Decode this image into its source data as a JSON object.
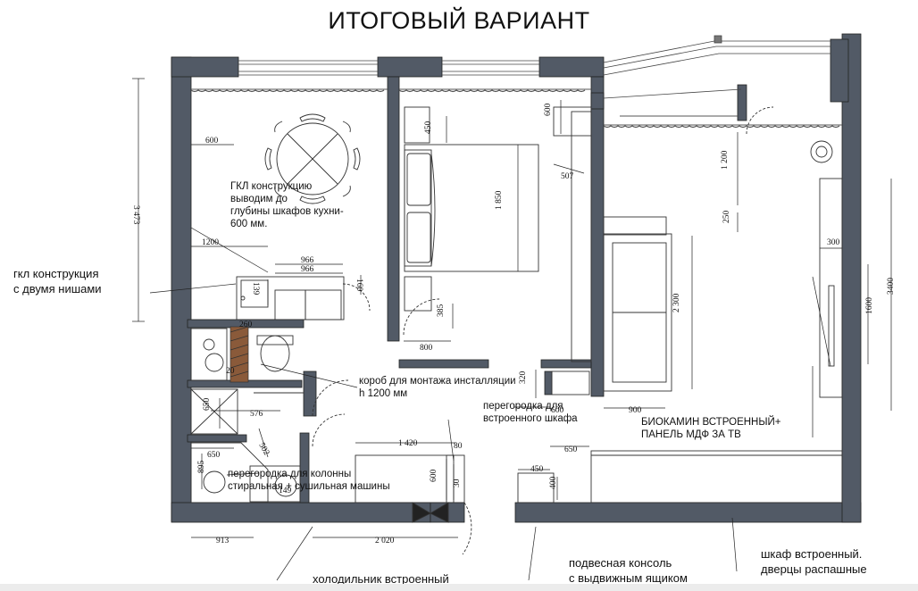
{
  "title": "ИТОГОВЫЙ ВАРИАНТ",
  "notes": {
    "gkl_two_niches": "гкл конструкция\nс двумя нишами",
    "gkl_depth": "ГКЛ конструкцию\nвыводим до\nглубины шкафов кухни-\n600 мм.",
    "install_box": "короб для монтажа инсталляции\nh 1200 мм",
    "partition_wardrobe": "перегородка для\nвстроенного шкафа",
    "biofireplace": "БИОКАМИН ВСТРОЕННЫЙ+\nПАНЕЛЬ МДФ ЗА ТВ",
    "column_partition": "перегородка для колонны\nстиральная + сушильная машины",
    "fridge": "холодильник встроенный",
    "console": "подвесная консоль\nс выдвижным ящиком",
    "wardrobe": "шкаф встроенный.\nдверцы распашные"
  },
  "dimensions": {
    "d3473": "3 473",
    "d600_kitchen": "600",
    "d1200": "1200",
    "d966a": "966",
    "d966b": "966",
    "d139": "139",
    "d160": "160",
    "d260": "260",
    "d20": "20",
    "d450": "450",
    "d1850": "1 850",
    "d507": "507",
    "d600_bed": "600",
    "d385": "385",
    "d800": "800",
    "d320": "320",
    "d1200_living": "1 200",
    "d250": "250",
    "d300": "300",
    "d3400": "3400",
    "d1600": "1600",
    "d2300": "2 300",
    "d900": "900",
    "d600_sofa": "600",
    "d576": "576",
    "d650_bath": "650",
    "d502": "502",
    "d650_tub": "650",
    "d895": "895",
    "d149": "149",
    "d1420": "1 420",
    "d80": "80",
    "d600_fridge": "600",
    "d30": "30",
    "d450_hall": "450",
    "d650_hall": "650",
    "d400": "400",
    "d913": "913",
    "d2020": "2 020"
  }
}
